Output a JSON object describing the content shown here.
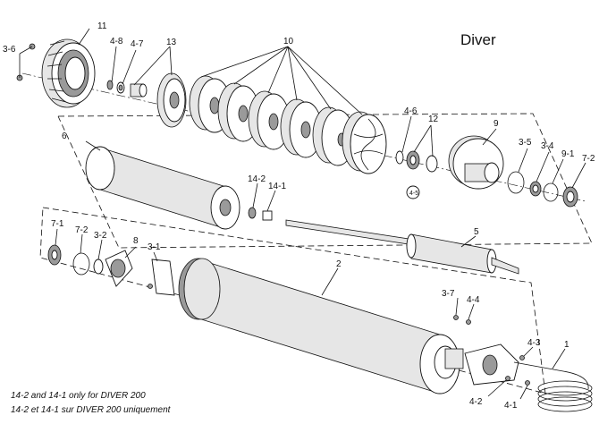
{
  "diagram": {
    "title": "Diver",
    "callouts": {
      "c1": "1",
      "c2": "2",
      "c3_1": "3-1",
      "c3_2": "3-2",
      "c3_4": "3-4",
      "c3_5": "3-5",
      "c3_6": "3-6",
      "c3_7": "3-7",
      "c4_1": "4-1",
      "c4_2": "4-2",
      "c4_3": "4-3",
      "c4_4": "4-4",
      "c4_5": "4-5",
      "c4_6": "4-6",
      "c4_7": "4-7",
      "c4_8": "4-8",
      "c5": "5",
      "c6": "6",
      "c7_1a": "7-1",
      "c7_2a": "7-2",
      "c7_2b": "7-2",
      "c8": "8",
      "c9": "9",
      "c9_1": "9-1",
      "c10": "10",
      "c11": "11",
      "c12": "12",
      "c13": "13",
      "c14_1": "14-1",
      "c14_2": "14-2"
    },
    "notes": {
      "en": "14-2 and 14-1 only for DIVER 200",
      "fr": "14-2 et 14-1 sur DIVER 200 uniquement"
    }
  }
}
